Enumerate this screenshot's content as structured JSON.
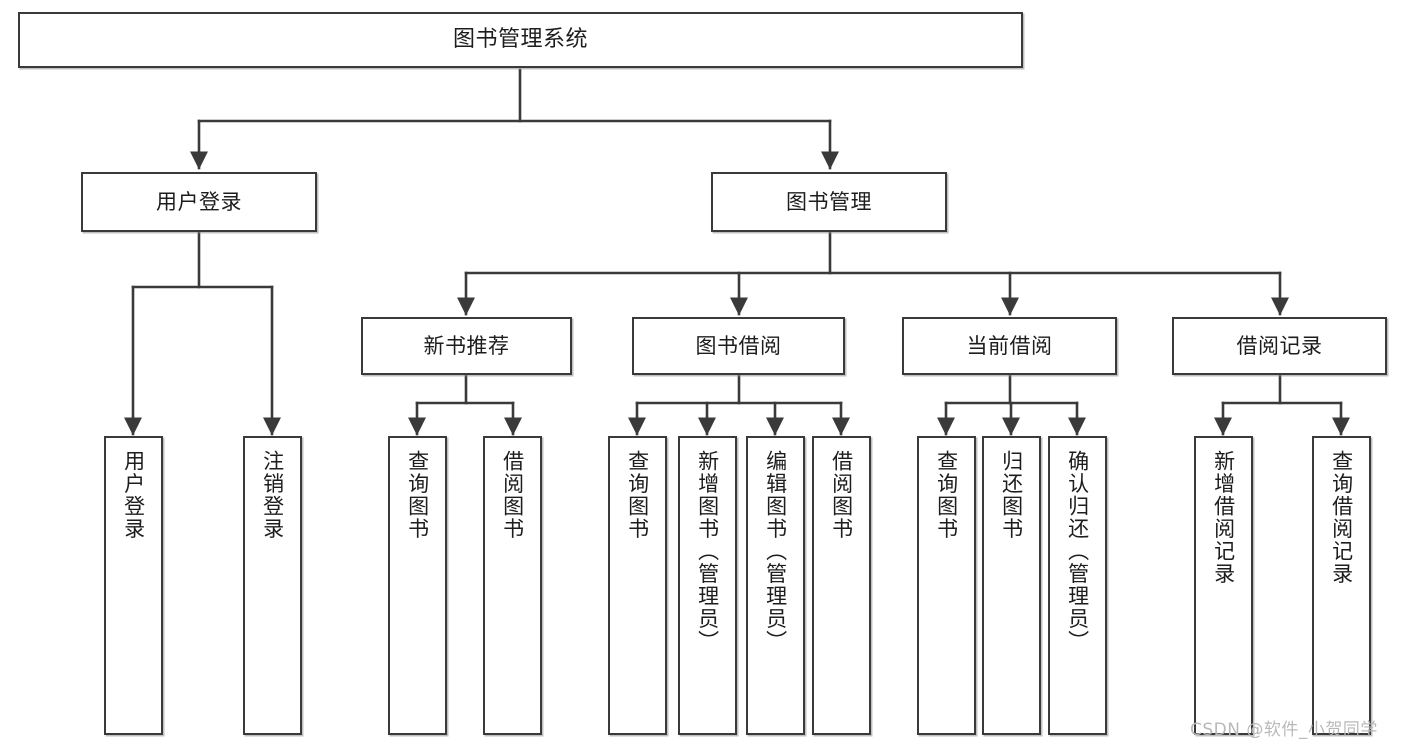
{
  "diagram": {
    "title": "图书管理系统",
    "root": {
      "label": "图书管理系统"
    },
    "level2": [
      {
        "label": "用户登录"
      },
      {
        "label": "图书管理"
      }
    ],
    "level3": [
      {
        "label": "新书推荐"
      },
      {
        "label": "图书借阅"
      },
      {
        "label": "当前借阅"
      },
      {
        "label": "借阅记录"
      }
    ],
    "leaves": {
      "user_login": [
        {
          "label": "用户登录"
        },
        {
          "label": "注销登录"
        }
      ],
      "new_book_recommend": [
        {
          "label": "查询图书"
        },
        {
          "label": "借阅图书"
        }
      ],
      "book_borrow": [
        {
          "label": "查询图书"
        },
        {
          "label": "新增图书（管理员）"
        },
        {
          "label": "编辑图书（管理员）"
        },
        {
          "label": "借阅图书"
        }
      ],
      "current_borrow": [
        {
          "label": "查询图书"
        },
        {
          "label": "归还图书"
        },
        {
          "label": "确认归还（管理员）"
        }
      ],
      "borrow_record": [
        {
          "label": "新增借阅记录"
        },
        {
          "label": "查询借阅记录"
        }
      ]
    }
  },
  "watermark": {
    "text": "CSDN @软件_小贺同学"
  },
  "colors": {
    "border": "#3a3a3a",
    "background": "#ffffff",
    "text": "#1d1d1d",
    "watermark": "#b9b9b9"
  }
}
